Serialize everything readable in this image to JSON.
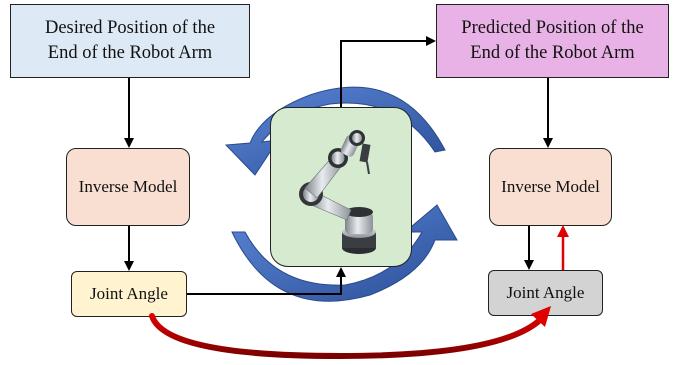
{
  "boxes": {
    "desired": {
      "line1": "Desired Position of the",
      "line2": "End of the Robot Arm"
    },
    "predicted": {
      "line1": "Predicted Position of the",
      "line2": "End of the Robot Arm"
    },
    "inverse_left": "Inverse Model",
    "inverse_right": "Inverse Model",
    "joint_left": "Joint Angle",
    "joint_right": "Joint Angle"
  },
  "colors": {
    "desired_fill": "#dde9f4",
    "predicted_fill": "#e9b2e6",
    "inverse_fill": "#f8dfd2",
    "joint_left_fill": "#fff4cf",
    "joint_right_fill": "#d3d3d3",
    "robot_panel_fill": "#d6ead0",
    "cycle_arrows": "#3b64b5",
    "feedback_arrow": "#d80000",
    "flow_arrows": "#000000"
  },
  "icons": {
    "robot": "robot-arm-icon"
  }
}
